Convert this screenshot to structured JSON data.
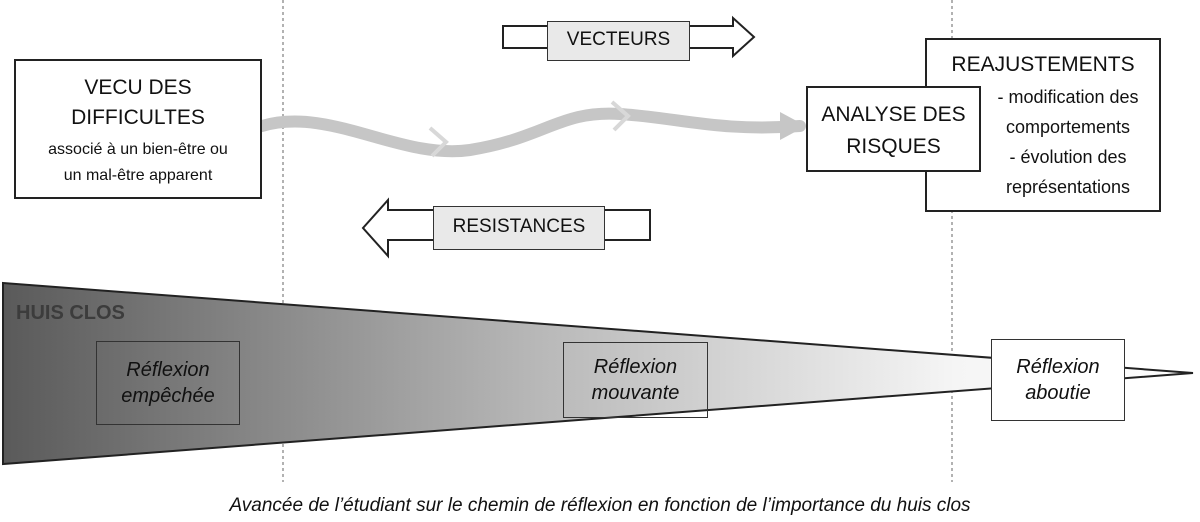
{
  "vecu": {
    "line1": "VECU DES",
    "line2": "DIFFICULTES",
    "line3": "associé à un bien-être ou",
    "line4": "un mal-être apparent"
  },
  "vecteurs": "VECTEURS",
  "resistances": "RESISTANCES",
  "analyse": {
    "line1": "ANALYSE DES",
    "line2": "RISQUES"
  },
  "reajustements": {
    "title": "REAJUSTEMENTS",
    "item1a": "- modification des",
    "item1b": "comportements",
    "item2a": "- évolution des",
    "item2b": "représentations"
  },
  "huis_clos": "HUIS CLOS",
  "reflexion_empechee": {
    "line1": "Réflexion",
    "line2": "empêchée"
  },
  "reflexion_mouvante": {
    "line1": "Réflexion",
    "line2": "mouvante"
  },
  "reflexion_aboutie": {
    "line1": "Réflexion",
    "line2": "aboutie"
  },
  "caption": "Avancée de l’étudiant sur le chemin de réflexion en fonction de l’importance du huis clos"
}
